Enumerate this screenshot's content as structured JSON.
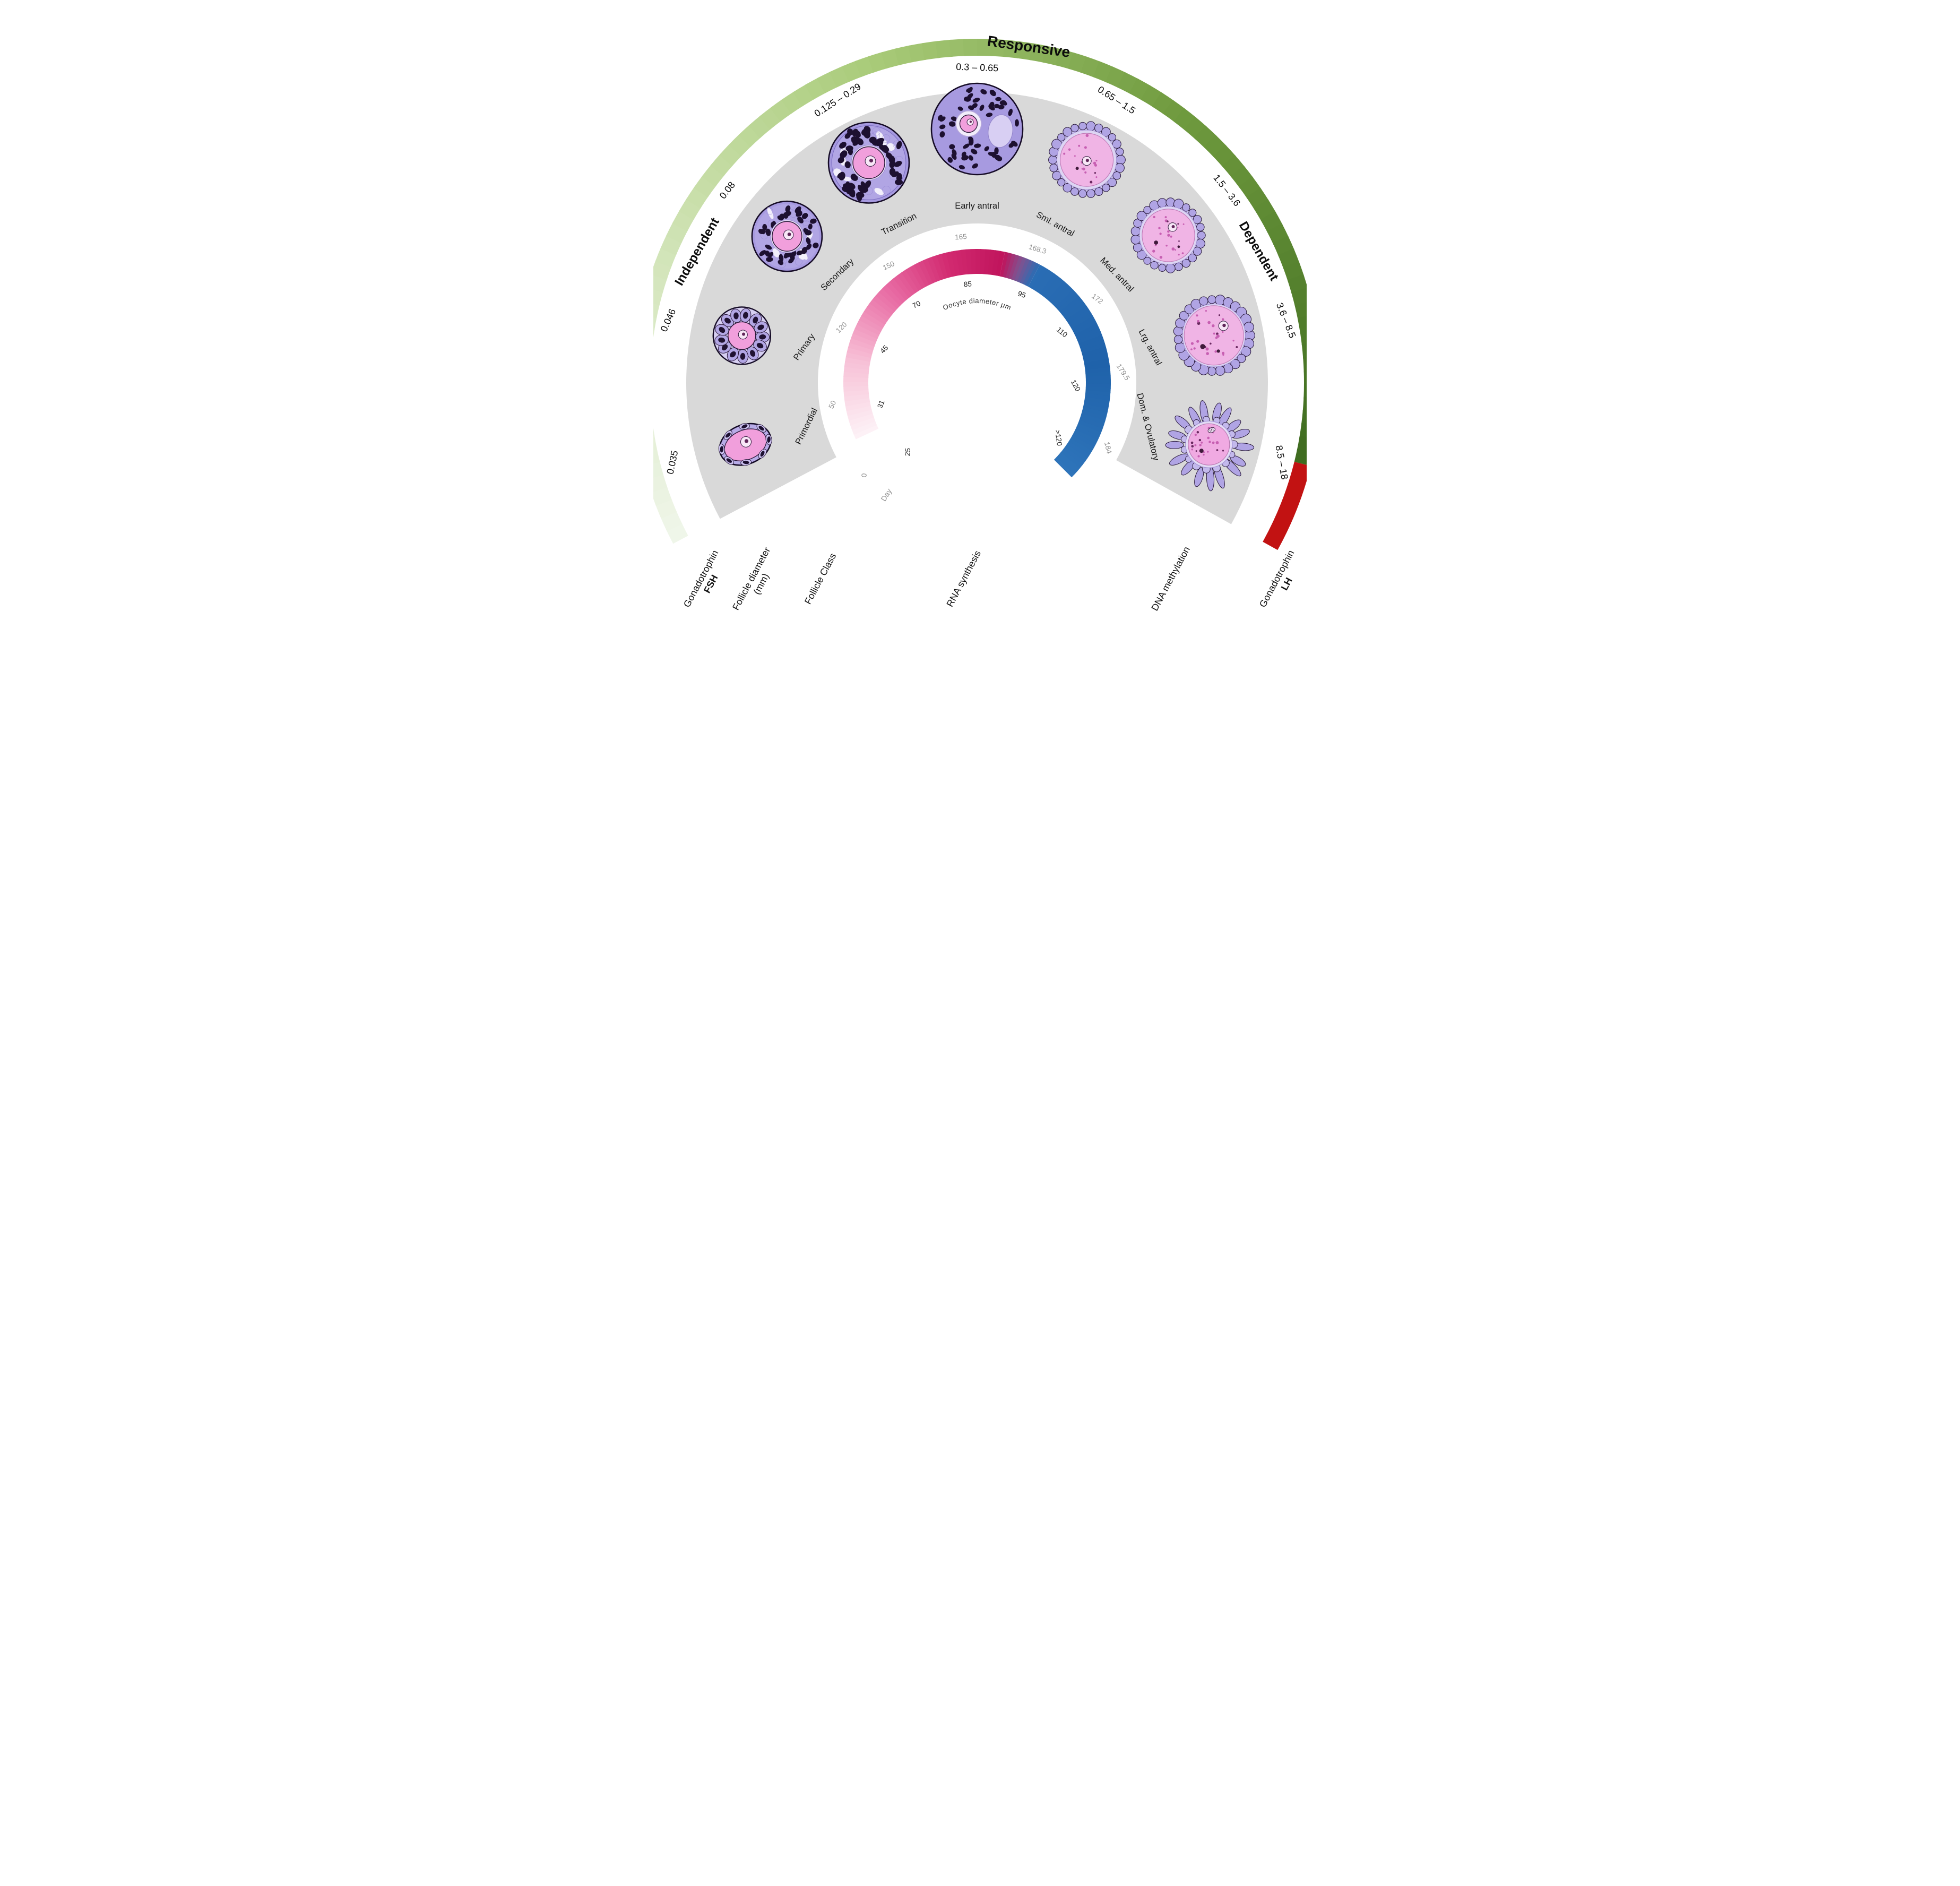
{
  "arc_labels": {
    "responsive": "Responsive",
    "independent": "Independent",
    "dependent": "Dependent"
  },
  "gonadotrophin_fsh": {
    "line1": "Gonadotrophin",
    "line2": "FSH"
  },
  "gonadotrophin_lh": {
    "line1": "Gonadotrophin",
    "line2": "LH"
  },
  "ring_labels": {
    "follicle_diameter_line1": "Follicle diameter",
    "follicle_diameter_line2": "(mm)",
    "follicle_class": "Follicle Class",
    "day": "Day",
    "rna": "RNA synthesis",
    "dna": "DNA methylation",
    "oocyte_diameter_axis": "Oocyte diameter μm"
  },
  "stages": [
    {
      "follicle_class": "Primordial",
      "diameter_mm": "0.035",
      "day": "0",
      "oocyte_um": "25"
    },
    {
      "follicle_class": "Primary",
      "diameter_mm": "0.046",
      "day": "50",
      "oocyte_um": "31"
    },
    {
      "follicle_class": "Secondary",
      "diameter_mm": "0.08",
      "day": "120",
      "oocyte_um": "45"
    },
    {
      "follicle_class": "Transition",
      "diameter_mm": "0.125 – 0.29",
      "day": "150",
      "oocyte_um": "70"
    },
    {
      "follicle_class": "Early antral",
      "diameter_mm": "0.3 – 0.65",
      "day": "165",
      "oocyte_um": "85"
    },
    {
      "follicle_class": "Sml. antral",
      "diameter_mm": "0.65 – 1.5",
      "day": "168.3",
      "oocyte_um": "95"
    },
    {
      "follicle_class": "Med. antral",
      "diameter_mm": "1.5 – 3.6",
      "day": "172",
      "oocyte_um": "110"
    },
    {
      "follicle_class": "Lrg. antral",
      "diameter_mm": "3.6 – 8.5",
      "day": "179.5",
      "oocyte_um": "120"
    },
    {
      "follicle_class": "Dom. & Ovulatory",
      "diameter_mm": "8.5 – 18",
      "day": "184",
      "oocyte_um": ">120"
    }
  ],
  "colors": {
    "fsh_green_light": "#f0f6ea",
    "fsh_green_mid": "#93bd62",
    "fsh_green_dark": "#3e6b1f",
    "fsh_text_green": "#55913c",
    "lh_red": "#c21212",
    "rna_crimson": "#c0145c",
    "rna_light": "#fdf2f7",
    "dna_blue": "#2a6db4",
    "stage_band_gray": "#d9d9d9",
    "granulosa_purple": "#a79ae0",
    "oocyte_pink": "#f19fdc",
    "label_gray": "#8f8f8f"
  }
}
